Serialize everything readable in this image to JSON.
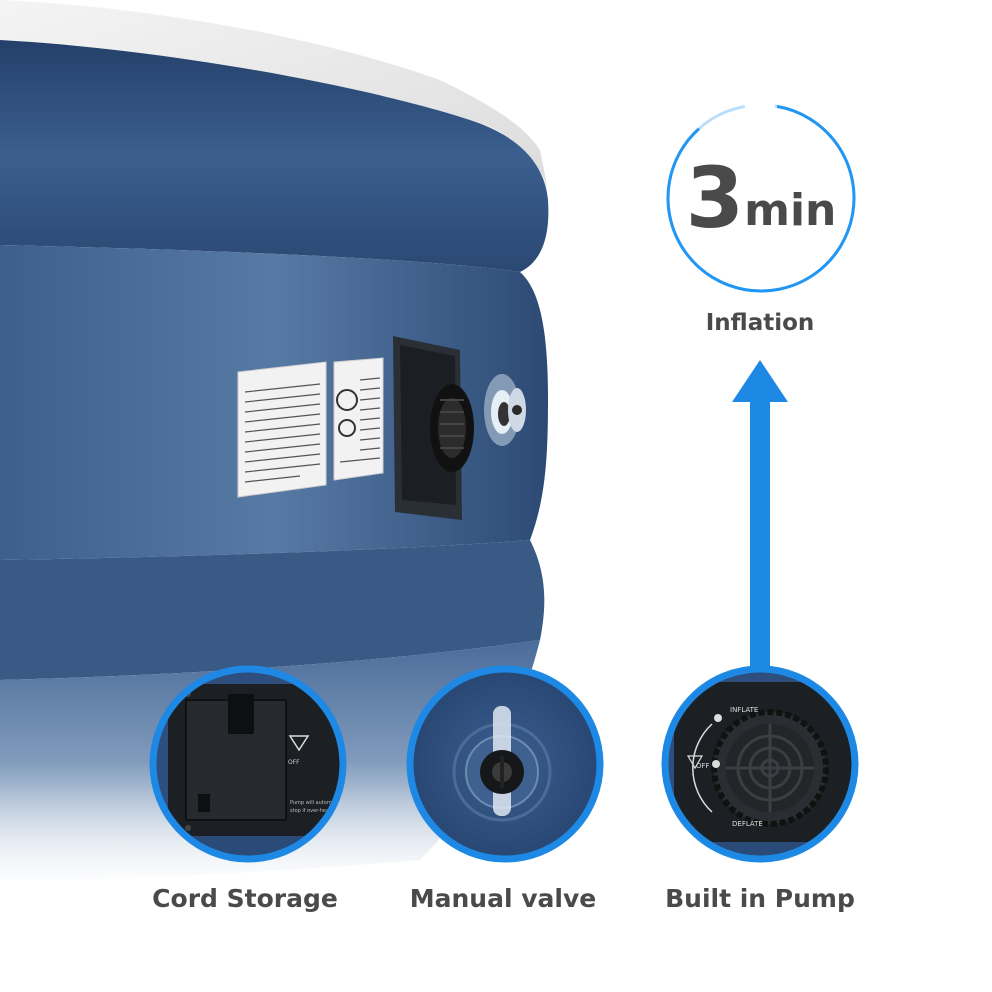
{
  "timer": {
    "value": "3",
    "unit": "min",
    "label": "Inflation"
  },
  "features": [
    {
      "label": "Cord Storage"
    },
    {
      "label": "Manual valve"
    },
    {
      "label": "Built in Pump"
    }
  ],
  "pump_panel": {
    "top_mode": "INFLATE",
    "off_mode": "OFF",
    "bottom_mode": "DEFLATE"
  },
  "colors": {
    "accent_blue": "#1e88e5",
    "ring_blue": "#2196f3",
    "mattress_navy": "#2f4f7a",
    "caption_gray": "#4a4a4a"
  }
}
